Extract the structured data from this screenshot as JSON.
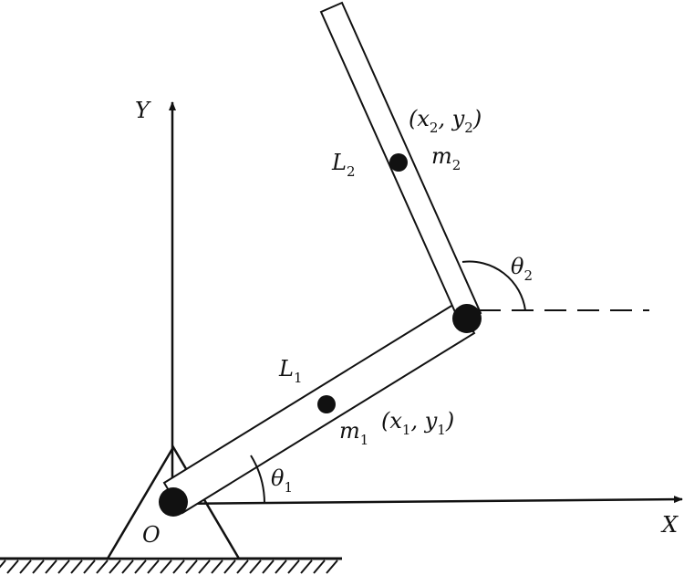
{
  "labels": {
    "y_axis": {
      "base": "Y"
    },
    "x_axis": {
      "base": "X"
    },
    "origin": {
      "base": "O"
    },
    "link1_length": {
      "base": "L",
      "sub": "1"
    },
    "link2_length": {
      "base": "L",
      "sub": "2"
    },
    "mass1": {
      "base": "m",
      "sub": "1"
    },
    "mass2": {
      "base": "m",
      "sub": "2"
    },
    "theta1": {
      "base": "θ",
      "sub": "1"
    },
    "theta2": {
      "base": "θ",
      "sub": "2"
    },
    "coord1": {
      "p1": "(",
      "x": "x",
      "xs": "1",
      "mid": ", ",
      "y": "y",
      "ys": "1",
      "p2": ")"
    },
    "coord2": {
      "p1": "(",
      "x": "x",
      "xs": "2",
      "mid": ", ",
      "y": "y",
      "ys": "2",
      "p2": ")"
    }
  },
  "colors": {
    "ink": "#111111",
    "background": "#ffffff"
  }
}
